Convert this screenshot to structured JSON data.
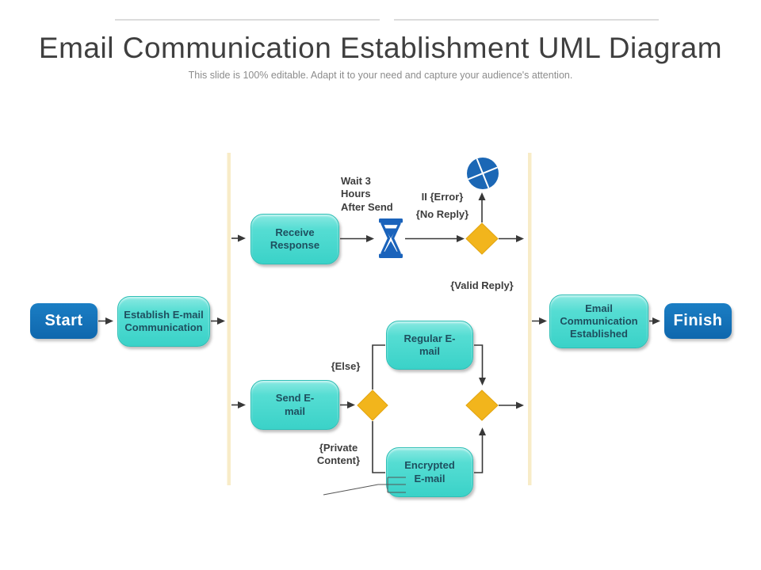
{
  "slide": {
    "title": "Email Communication Establishment UML Diagram",
    "subtitle": "This slide is 100% editable. Adapt it to your need and capture your audience's attention."
  },
  "nodes": {
    "start": "Start",
    "establish": "Establish E-mail\nCommunication",
    "receive": "Receive\nResponse",
    "send": "Send E-\nmail",
    "regular": "Regular E-\nmail",
    "encrypted": "Encrypted\nE-mail",
    "established": "Email\nCommunication\nEstablished",
    "finish": "Finish"
  },
  "labels": {
    "wait": "Wait 3\nHours\nAfter Send",
    "error": "II  {Error}",
    "no_reply": "{No Reply}",
    "valid_reply": "{Valid Reply}",
    "else": "{Else}",
    "private_content": "{Private\nContent}"
  },
  "icons": {
    "hourglass": "hourglass-wait-icon",
    "flow_final": "flow-final-circle-x-icon",
    "decision": "decision-diamond"
  },
  "colors": {
    "terminal_blue": "#1270b6",
    "activity_teal": "#3ad2c8",
    "decision_gold": "#f2b51c",
    "swimlane_cream": "#f8ecc8",
    "connector": "#383838",
    "node_text": "#1e4f5f",
    "title_text": "#3f3f3f"
  }
}
